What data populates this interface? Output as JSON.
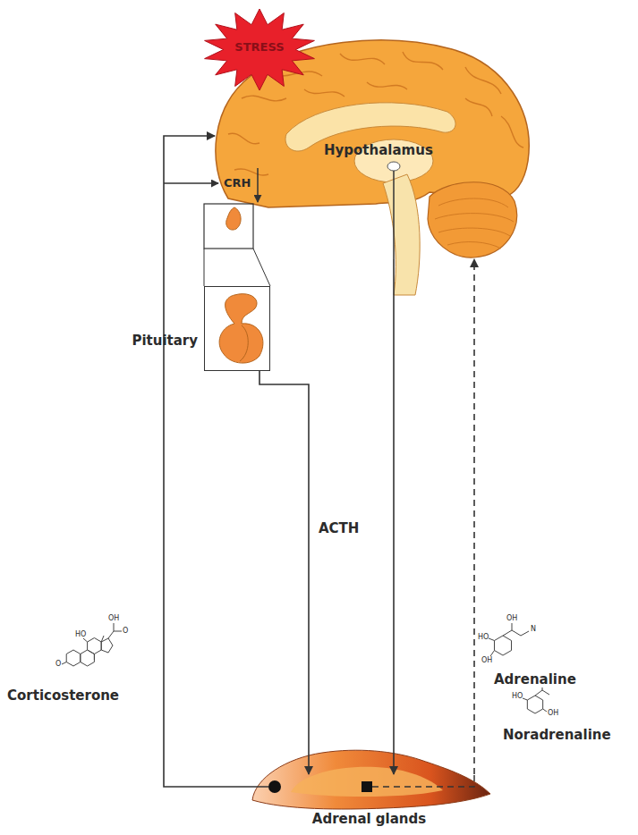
{
  "diagram": {
    "nodes": [
      {
        "text": [
          "STRESS"
        ]
      },
      {
        "text": [
          "Hypothalamus"
        ]
      },
      {
        "text": [
          "Pituitary"
        ]
      },
      {
        "text": [
          "Adrenal glands"
        ]
      }
    ],
    "edges": [
      {
        "from": 2,
        "to": 3,
        "label": "ACTH",
        "arrow": "to"
      },
      {
        "from": 1,
        "to": 3,
        "arrow": "to"
      },
      {
        "from": 3,
        "to": 1,
        "label": "Corticosterone",
        "arrow": "to"
      },
      {
        "from": 3,
        "to": 1,
        "label": "Adrenaline",
        "arrow": "to"
      }
    ],
    "labels": [
      "CRH",
      "Noradrenaline",
      "HO",
      "OH",
      "OH",
      "N",
      "HO",
      "OH",
      "OH",
      "HO",
      "OH",
      "O",
      "O"
    ]
  }
}
